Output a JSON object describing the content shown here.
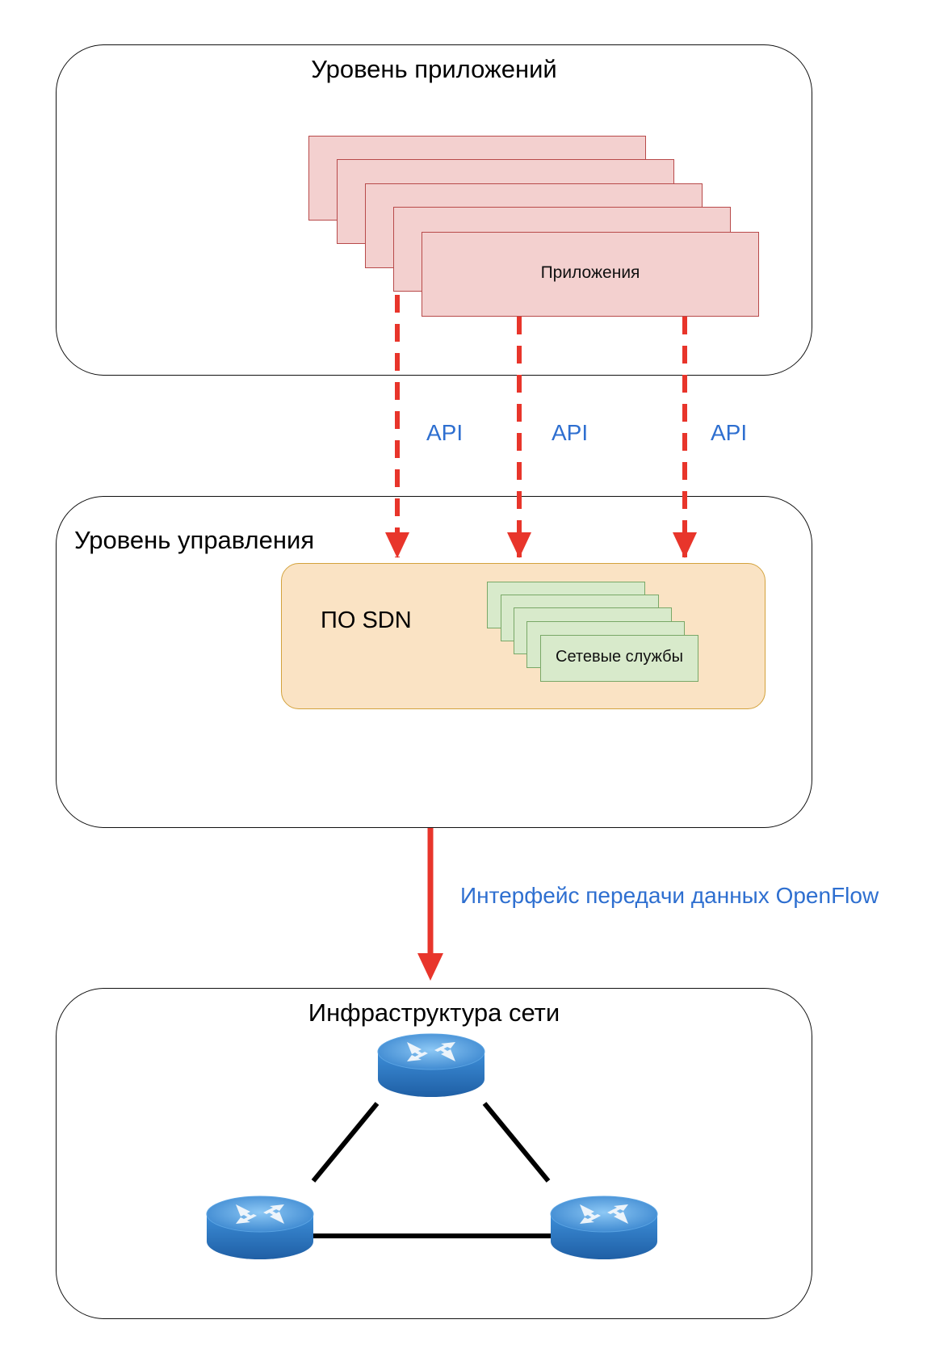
{
  "application_layer": {
    "title": "Уровень приложений",
    "apps_label": "Приложения"
  },
  "control_layer": {
    "title": "Уровень управления",
    "sdn_label": "ПО SDN",
    "services_label": "Сетевые службы"
  },
  "infrastructure_layer": {
    "title": "Инфраструктура сети"
  },
  "connections": {
    "api_labels": [
      "API",
      "API",
      "API"
    ],
    "openflow_label": "Интерфейс передачи данных OpenFlow"
  },
  "colors": {
    "arrow": "#e8352b",
    "label": "#2e6fd0",
    "apps_fill": "#f3d0cf",
    "services_fill": "#d8eacb",
    "sdn_fill": "#fae3c4",
    "router": "#3d8ed8"
  },
  "icons": [
    "router-icon",
    "router-icon",
    "router-icon"
  ]
}
